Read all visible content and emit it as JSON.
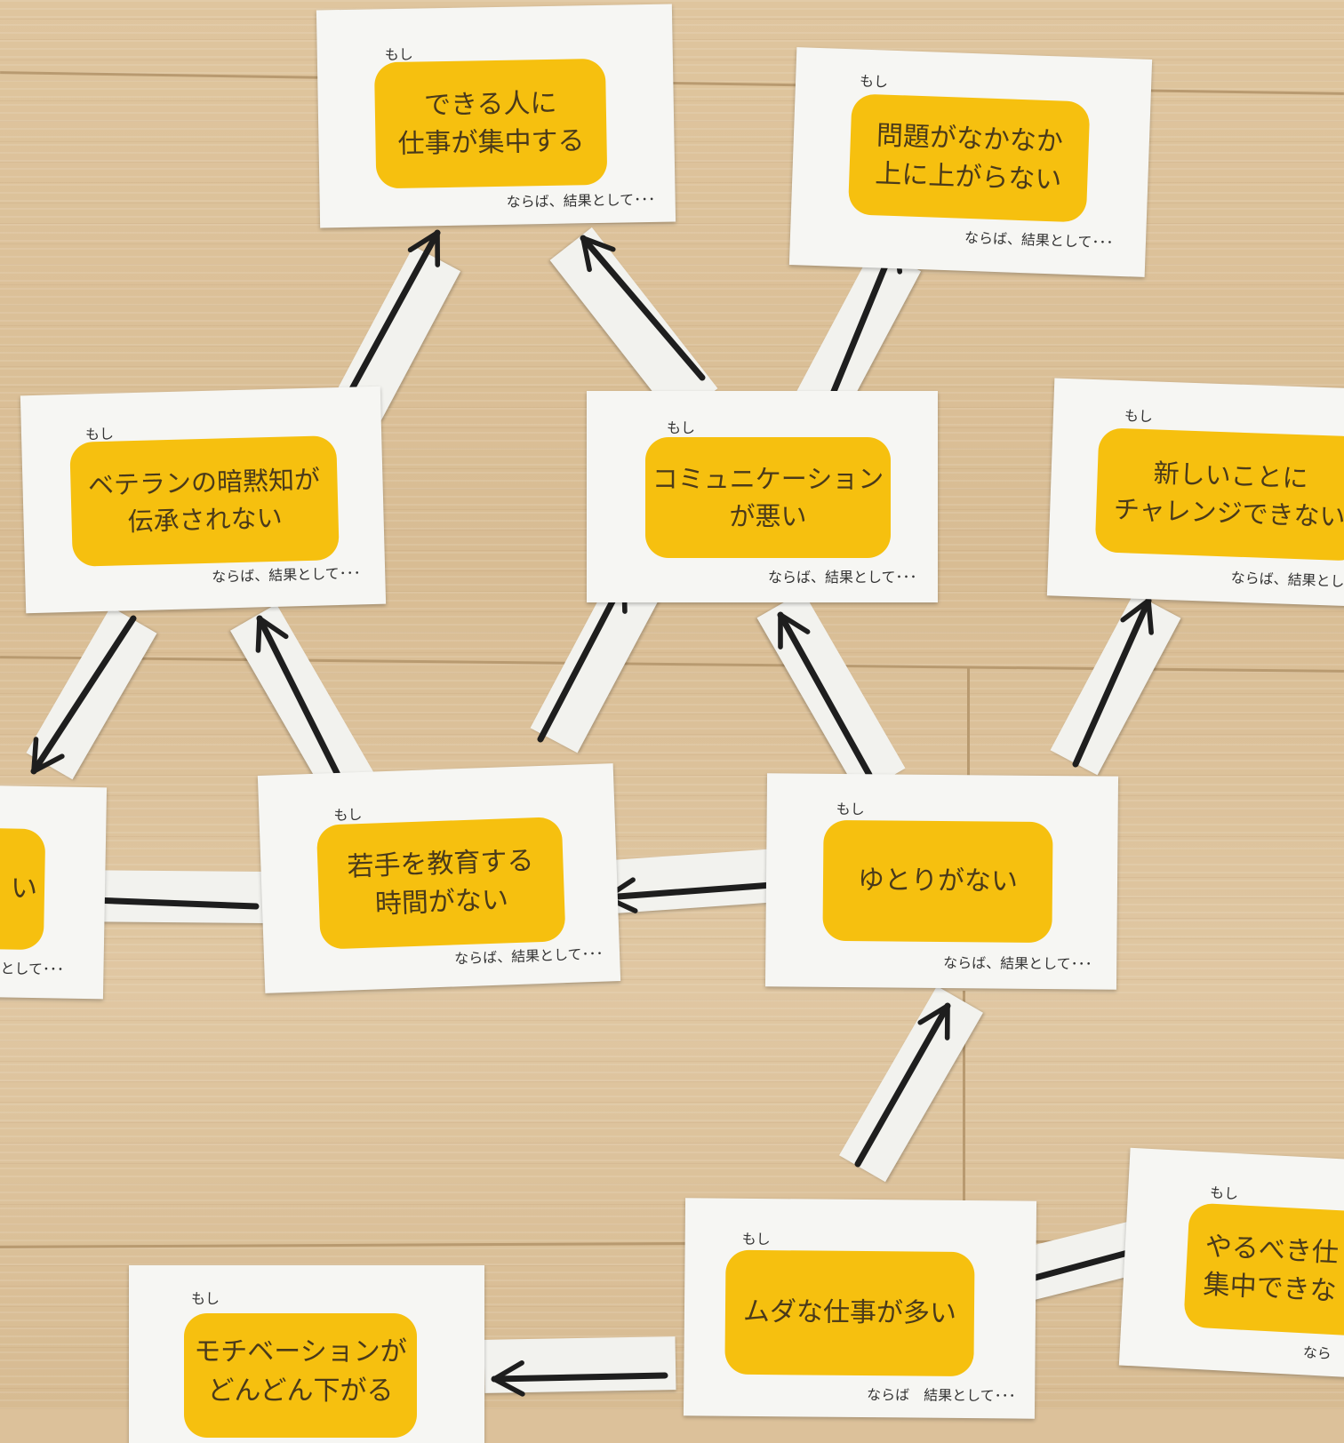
{
  "cards": {
    "c1": {
      "moshi": "もし",
      "text": "できる人に\n仕事が集中する",
      "then": "ならば、結果として･･･"
    },
    "c2": {
      "moshi": "もし",
      "text": "問題がなかなか\n上に上がらない",
      "then": "ならば、結果として･･･"
    },
    "c3": {
      "moshi": "もし",
      "text": "ベテランの暗黙知が\n伝承されない",
      "then": "ならば、結果として･･･"
    },
    "c4": {
      "moshi": "もし",
      "text": "コミュニケーション\nが悪い",
      "then": "ならば、結果として･･･"
    },
    "c5": {
      "moshi": "もし",
      "text": "新しいことに\nチャレンジできない",
      "then": "ならば、結果として･･･"
    },
    "c6": {
      "moshi": "",
      "text": "い",
      "then": "として･･･"
    },
    "c7": {
      "moshi": "もし",
      "text": "若手を教育する\n時間がない",
      "then": "ならば、結果として･･･"
    },
    "c8": {
      "moshi": "もし",
      "text": "ゆとりがない",
      "then": "ならば、結果として･･･"
    },
    "c9": {
      "moshi": "もし",
      "text": "ムダな仕事が多い",
      "then": "ならば　結果として･･･"
    },
    "c10": {
      "moshi": "もし",
      "text": "やるべき仕\n集中できな",
      "then": "なら"
    },
    "c11": {
      "moshi": "もし",
      "text": "モチベーションが\nどんどん下がる",
      "then": ""
    }
  },
  "colors": {
    "card": "#f6f6f3",
    "label": "#f6c00f",
    "text": "#4a3a1a",
    "arrow": "#1e1e1e",
    "floor": "#dcc19a"
  }
}
